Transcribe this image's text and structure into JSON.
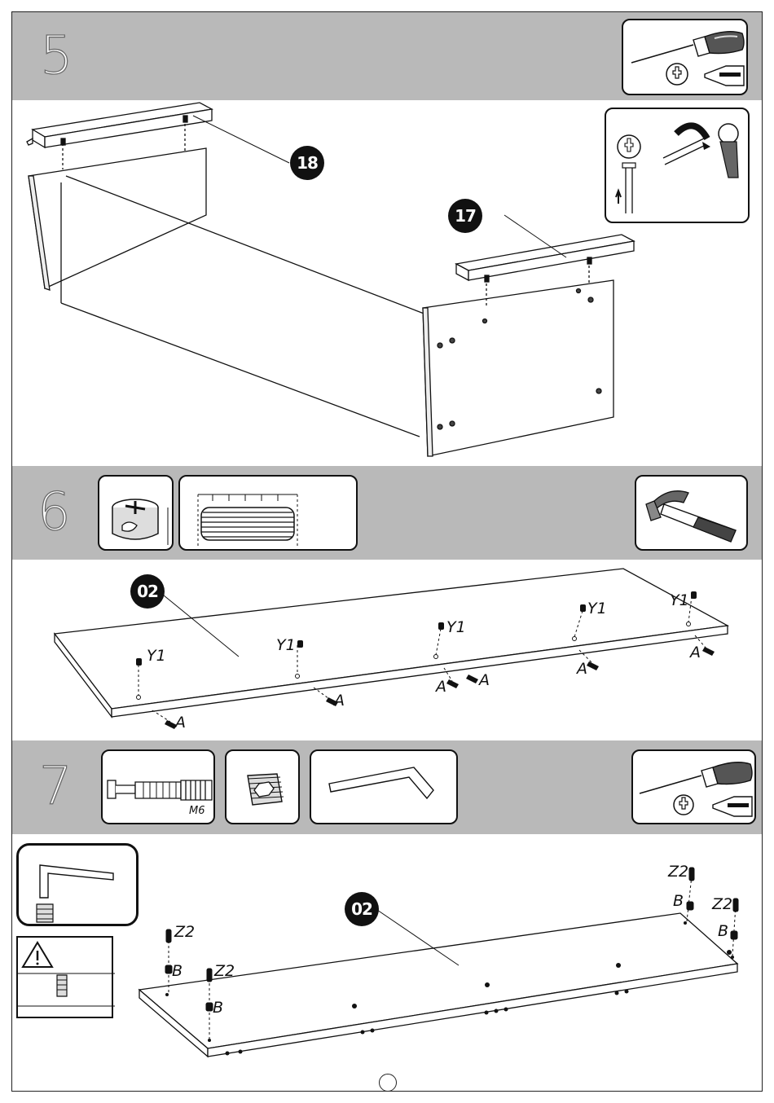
{
  "steps": {
    "step5": {
      "number": "5",
      "callouts": {
        "part18": "18",
        "part17": "17"
      }
    },
    "step6": {
      "number": "6",
      "callouts": {
        "part02": "02"
      },
      "labels": {
        "y1": "Y1",
        "a": "A"
      }
    },
    "step7": {
      "number": "7",
      "callouts": {
        "part02": "02"
      },
      "labels": {
        "z2": "Z2",
        "b": "B",
        "m6": "M6"
      }
    }
  },
  "icons": [
    "phillips-screwdriver-icon",
    "cam-lock-icon",
    "wooden-dowel-icon",
    "hammer-icon",
    "connector-bolt-icon",
    "insert-nut-icon",
    "allen-key-icon",
    "warning-icon"
  ],
  "colors": {
    "band": "#b9b9b9",
    "ink": "#111111",
    "callout": "#111111"
  }
}
